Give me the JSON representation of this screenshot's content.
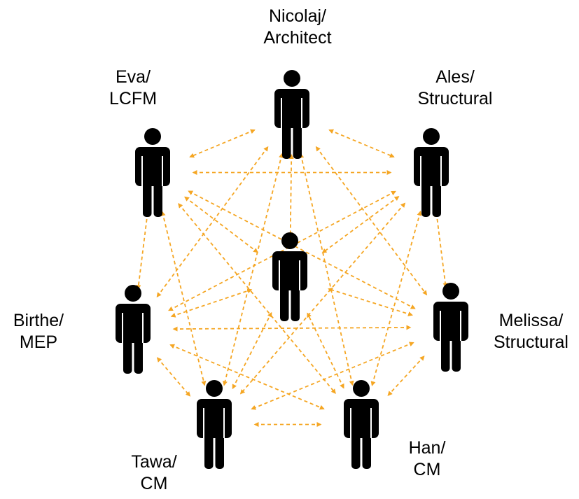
{
  "diagram": {
    "people": [
      {
        "id": "nicolaj",
        "name": "Nicolaj/",
        "role": "Architect"
      },
      {
        "id": "ales",
        "name": "Ales/",
        "role": "Structural"
      },
      {
        "id": "eva",
        "name": "Eva/",
        "role": "LCFM"
      },
      {
        "id": "birthe",
        "name": "Birthe/",
        "role": "MEP"
      },
      {
        "id": "melissa",
        "name": "Melissa/",
        "role": "Structural"
      },
      {
        "id": "tawa",
        "name": "Tawa/",
        "role": "CM"
      },
      {
        "id": "han",
        "name": "Han/",
        "role": "CM"
      },
      {
        "id": "center",
        "name": "",
        "role": ""
      }
    ],
    "connections": [
      [
        "nicolaj",
        "eva"
      ],
      [
        "nicolaj",
        "ales"
      ],
      [
        "nicolaj",
        "center"
      ],
      [
        "nicolaj",
        "birthe"
      ],
      [
        "nicolaj",
        "melissa"
      ],
      [
        "nicolaj",
        "tawa"
      ],
      [
        "nicolaj",
        "han"
      ],
      [
        "eva",
        "ales"
      ],
      [
        "eva",
        "birthe"
      ],
      [
        "eva",
        "center"
      ],
      [
        "eva",
        "melissa"
      ],
      [
        "eva",
        "tawa"
      ],
      [
        "eva",
        "han"
      ],
      [
        "ales",
        "melissa"
      ],
      [
        "ales",
        "center"
      ],
      [
        "ales",
        "birthe"
      ],
      [
        "ales",
        "tawa"
      ],
      [
        "ales",
        "han"
      ],
      [
        "birthe",
        "center"
      ],
      [
        "birthe",
        "melissa"
      ],
      [
        "birthe",
        "tawa"
      ],
      [
        "birthe",
        "han"
      ],
      [
        "melissa",
        "center"
      ],
      [
        "melissa",
        "tawa"
      ],
      [
        "melissa",
        "han"
      ],
      [
        "tawa",
        "han"
      ],
      [
        "tawa",
        "center"
      ],
      [
        "han",
        "center"
      ]
    ],
    "colors": {
      "arrow": "#F5A623",
      "person": "#000000"
    }
  }
}
